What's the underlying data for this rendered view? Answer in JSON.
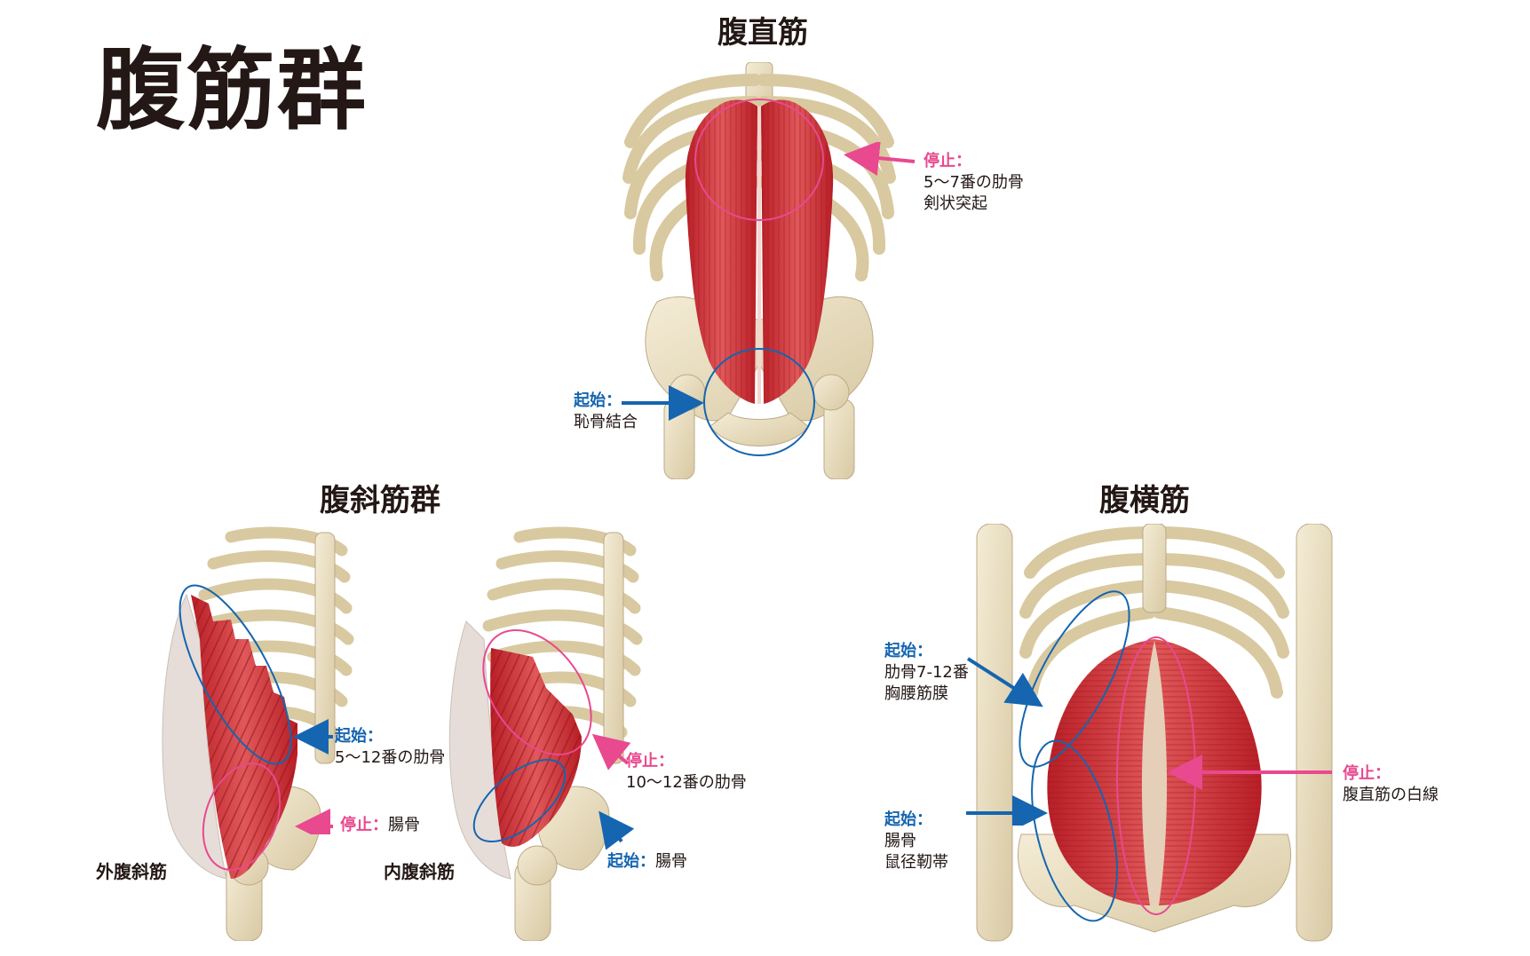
{
  "title": "腹筋群",
  "colors": {
    "insertion": "#e8498f",
    "origin": "#1565b0",
    "muscle": "#c8262b",
    "bone": "#e9dfc4"
  },
  "rectus": {
    "heading": "腹直筋",
    "insertion": {
      "label": "停止：",
      "lines": [
        "5〜7番の肋骨",
        "剣状突起"
      ]
    },
    "origin": {
      "label": "起始：",
      "lines": [
        "恥骨結合"
      ]
    }
  },
  "oblique": {
    "heading": "腹斜筋群",
    "external": {
      "name": "外腹斜筋",
      "origin": {
        "label": "起始：",
        "lines": [
          "5〜12番の肋骨"
        ]
      },
      "insertion": {
        "label": "停止：",
        "value": "腸骨"
      }
    },
    "internal": {
      "name": "内腹斜筋",
      "insertion": {
        "label": "停止：",
        "lines": [
          "10〜12番の肋骨"
        ]
      },
      "origin": {
        "label": "起始：",
        "value": "腸骨"
      }
    }
  },
  "transverse": {
    "heading": "腹横筋",
    "origin_upper": {
      "label": "起始：",
      "lines": [
        "肋骨7-12番",
        "胸腰筋膜"
      ]
    },
    "origin_lower": {
      "label": "起始：",
      "lines": [
        "腸骨",
        "鼠径靭帯"
      ]
    },
    "insertion": {
      "label": "停止：",
      "lines": [
        "腹直筋の白線"
      ]
    }
  }
}
